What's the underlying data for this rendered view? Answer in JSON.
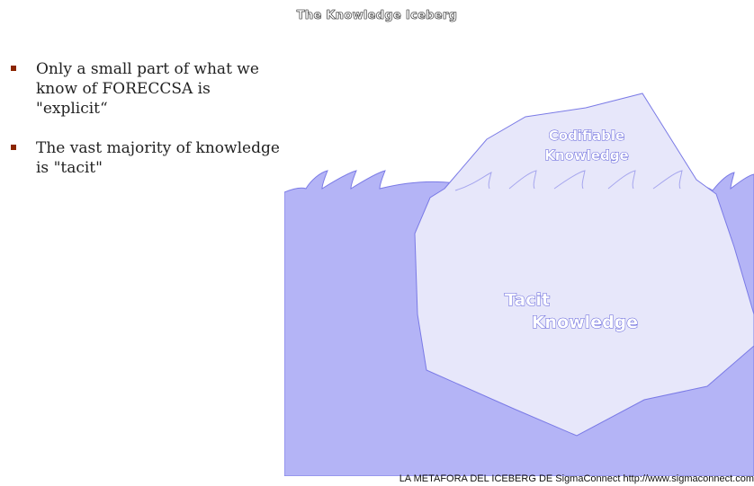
{
  "slide": {
    "title": "The Knowledge Iceberg"
  },
  "bullets": [
    {
      "text": "Only a small part of what we know of FORECCSA is \"explicit“"
    },
    {
      "text": "The vast majority of knowledge is \"tacit\""
    }
  ],
  "diagram": {
    "codifiable_line1": "Codifiable",
    "codifiable_line2": "Knowledge",
    "tacit_line1": "Tacit",
    "tacit_line2": "Knowledge",
    "colors": {
      "water": "#b4b4f6",
      "ice": "#e7e7fa",
      "outline": "#7a7ae6",
      "label_fill": "#ffffff",
      "label_stroke": "#5a5ad8"
    }
  },
  "caption": "LA METAFORA DEL ICEBERG DE SigmaConnect http://www.sigmaconnect.com"
}
